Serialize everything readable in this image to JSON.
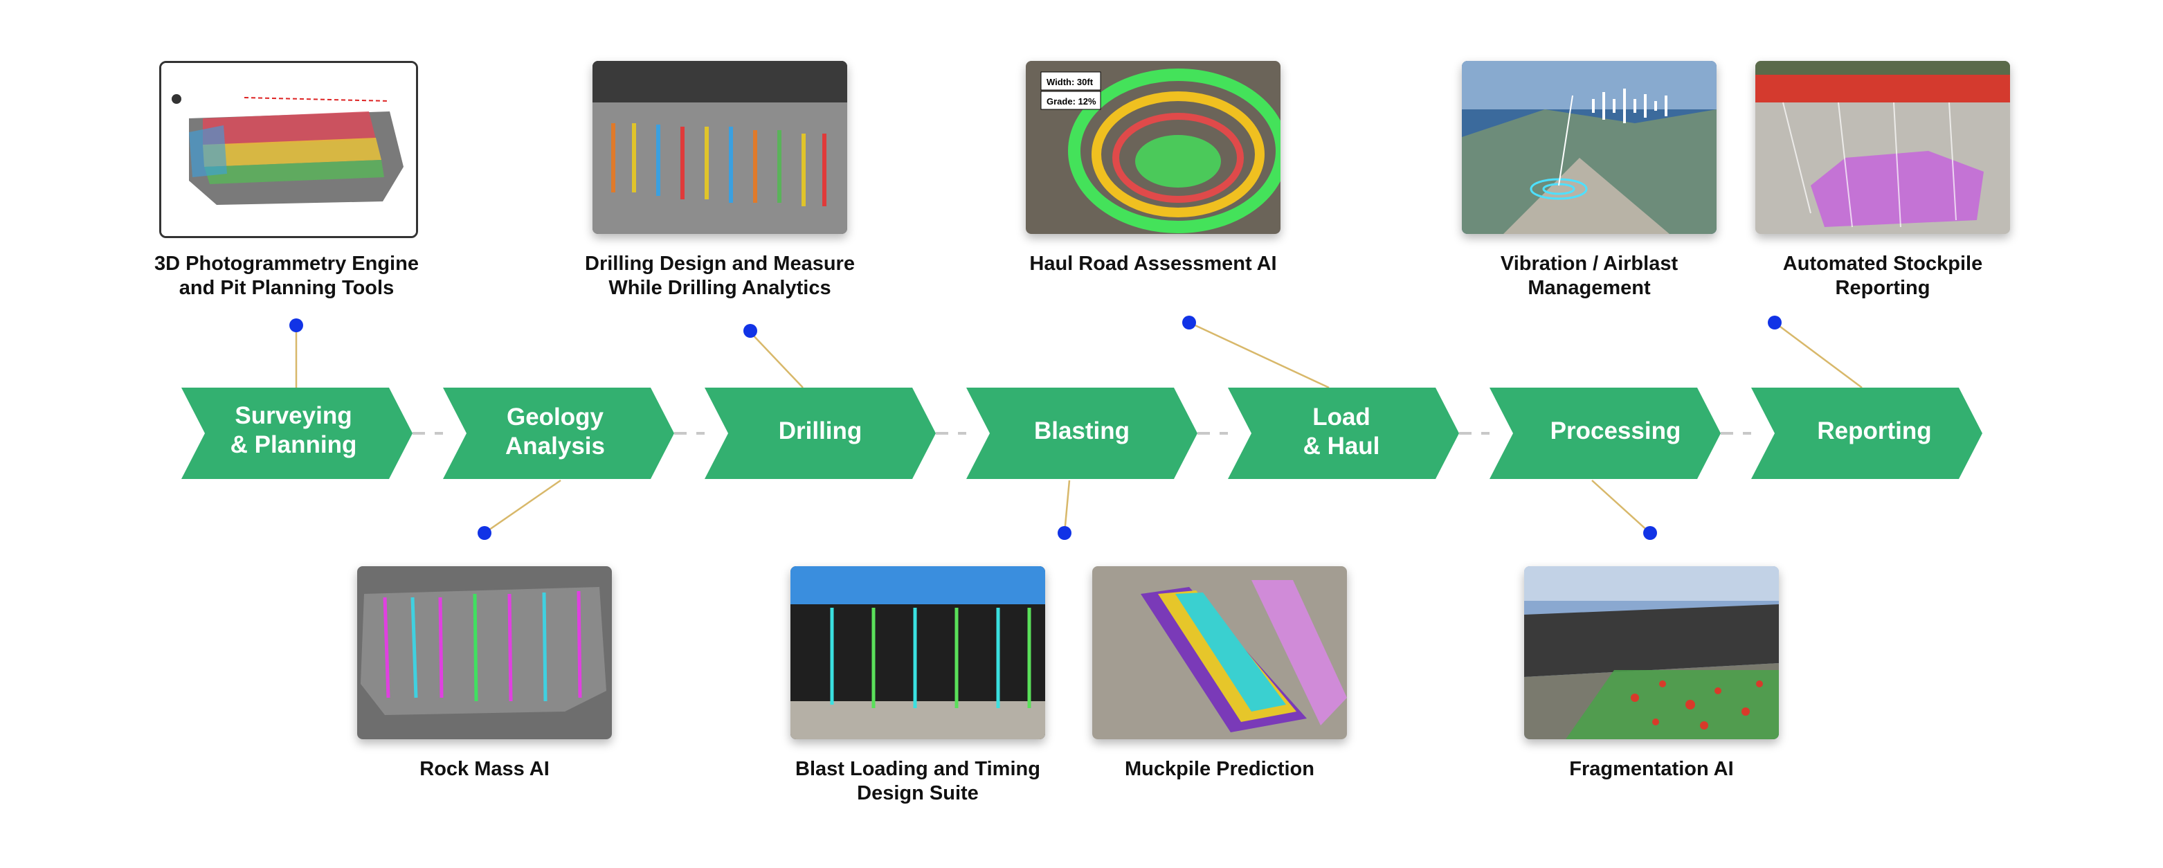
{
  "colors": {
    "chevron": "#33b070",
    "dot": "#1133e6",
    "connector": "#d8b86a",
    "dash": "#c8c8c8"
  },
  "stages": [
    {
      "line1": "Surveying",
      "line2": "& Planning"
    },
    {
      "line1": "Geology",
      "line2": "Analysis"
    },
    {
      "line1": "Drilling",
      "line2": ""
    },
    {
      "line1": "Blasting",
      "line2": ""
    },
    {
      "line1": "Load",
      "line2": "& Haul"
    },
    {
      "line1": "Processing",
      "line2": ""
    },
    {
      "line1": "Reporting",
      "line2": ""
    }
  ],
  "top_tools": [
    {
      "line1": "3D Photogrammetry Engine",
      "line2": "and Pit Planning Tools"
    },
    {
      "line1": "Drilling Design and Measure",
      "line2": "While Drilling Analytics"
    },
    {
      "line1": "Haul Road Assessment AI",
      "line2": ""
    },
    {
      "line1": "Vibration / Airblast",
      "line2": "Management"
    },
    {
      "line1": "Automated Stockpile",
      "line2": "Reporting"
    }
  ],
  "bottom_tools": [
    {
      "line1": "Rock Mass AI",
      "line2": ""
    },
    {
      "line1": "Blast Loading and Timing",
      "line2": "Design Suite"
    },
    {
      "line1": "Muckpile Prediction",
      "line2": ""
    },
    {
      "line1": "Fragmentation AI",
      "line2": ""
    }
  ],
  "haul_road_overlay": {
    "width": "Width: 30ft",
    "grade": "Grade: 12%"
  }
}
